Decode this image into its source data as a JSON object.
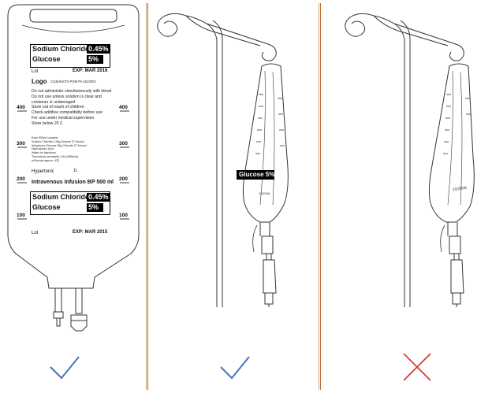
{
  "colors": {
    "check": "#4a72b8",
    "cross": "#d63b36",
    "divider_a": "#c9a470",
    "divider_b": "#c06a2e",
    "line": "#333333"
  },
  "panels": [
    {
      "name": "front-label-bag",
      "verdict": "correct",
      "icon": "checkmark-icon"
    },
    {
      "name": "hanging-bag-label-out",
      "verdict": "correct",
      "icon": "checkmark-icon"
    },
    {
      "name": "hanging-bag-label-in",
      "verdict": "incorrect",
      "icon": "cross-icon"
    }
  ],
  "bag_label": {
    "product_line1": "Sodium Chloride",
    "product_conc1": "0.45%",
    "product_line2": "Glucose",
    "product_conc2": "5%",
    "lot": "Lot",
    "exp_top": "EXP: MAR 2016",
    "exp_bottom": "EXP: MAR 2015",
    "logo": "Logo",
    "code": "Code:B1073  POM PA 161/50/3",
    "warnings": [
      "Do not administer simultaneously with blood",
      "Do not use unless solution is clear and",
      "container is undamaged",
      "Store out of reach of children",
      "Check additive compatibility before use",
      "For use under medical supervision",
      "Store below 25  C"
    ],
    "composition": [
      "Each 500ml contains",
      "Sodium Chloride          2.25g    Sodium    37.5mmol",
      "Anhydrous Glucose        25g      Chloride  37.5mmol",
      "Hydrochloric Acid",
      "Water for Injections",
      "Theoretical osmolarity 3.94 (385kcal)",
      "mOsmols approx.             432"
    ],
    "hypertonic": "Hypertonic",
    "hypertonic_val": "11",
    "infusion": "Intravenous Infusion BP 500 ml",
    "scale": [
      "400",
      "300",
      "200",
      "100"
    ]
  },
  "hanging_label": {
    "glucose": "Glucose 5%",
    "date1": "10/2008",
    "date2": "10/2008"
  }
}
